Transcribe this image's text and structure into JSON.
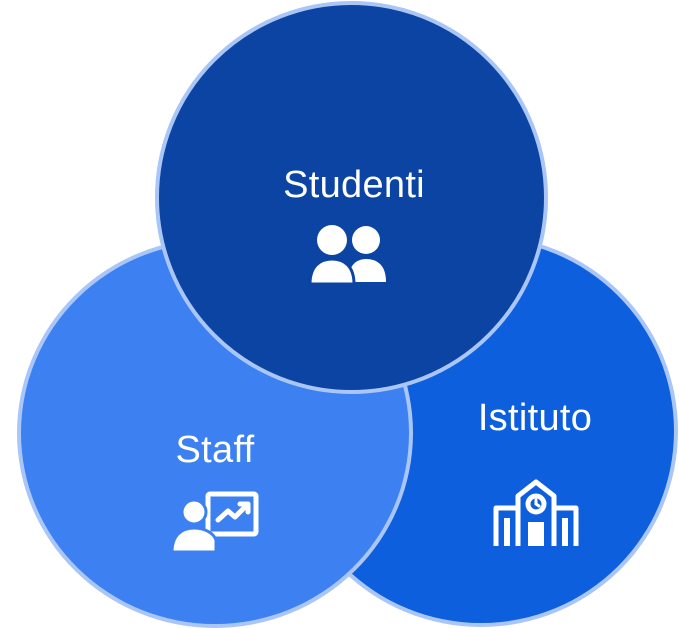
{
  "diagram": {
    "nodes": [
      {
        "id": "studenti",
        "label": "Studenti",
        "icon": "people-icon",
        "color": "#0b44a3"
      },
      {
        "id": "staff",
        "label": "Staff",
        "icon": "presentation-chart-icon",
        "color": "#3c80f2"
      },
      {
        "id": "istituto",
        "label": "Istituto",
        "icon": "school-building-icon",
        "color": "#0d5fde"
      }
    ],
    "border_color": "#a9c6f7",
    "text_color": "#ffffff"
  }
}
